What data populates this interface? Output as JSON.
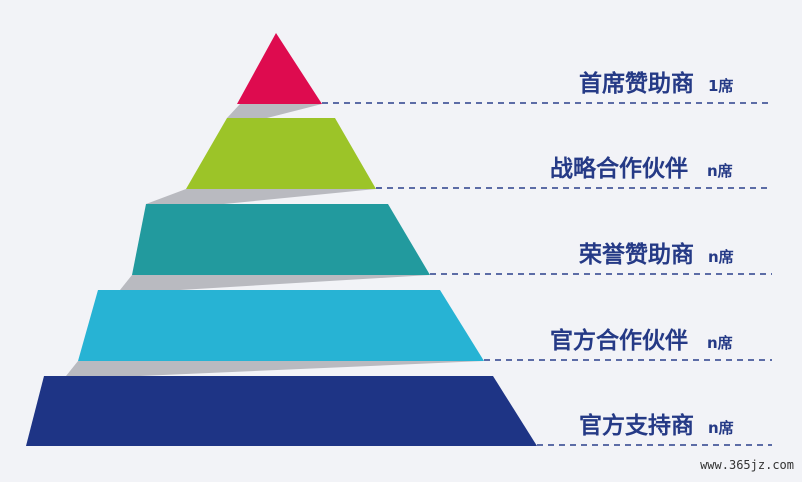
{
  "tiers": [
    {
      "name": "首席赞助商",
      "seats": "1席",
      "color": "#de0b4f"
    },
    {
      "name": "战略合作伙伴",
      "seats": "n席",
      "color": "#9cc428"
    },
    {
      "name": "荣誉赞助商",
      "seats": "n席",
      "color": "#229a9e"
    },
    {
      "name": "官方合作伙伴",
      "seats": "n席",
      "color": "#27b3d4"
    },
    {
      "name": "官方支持商",
      "seats": "n席",
      "color": "#1e3485"
    }
  ],
  "colors": {
    "background": "#f2f3f7",
    "ribbon": "#b9bac0",
    "dashed_line": "#2b3f8c",
    "text": "#253a86"
  },
  "watermark": "www.365jz.com"
}
